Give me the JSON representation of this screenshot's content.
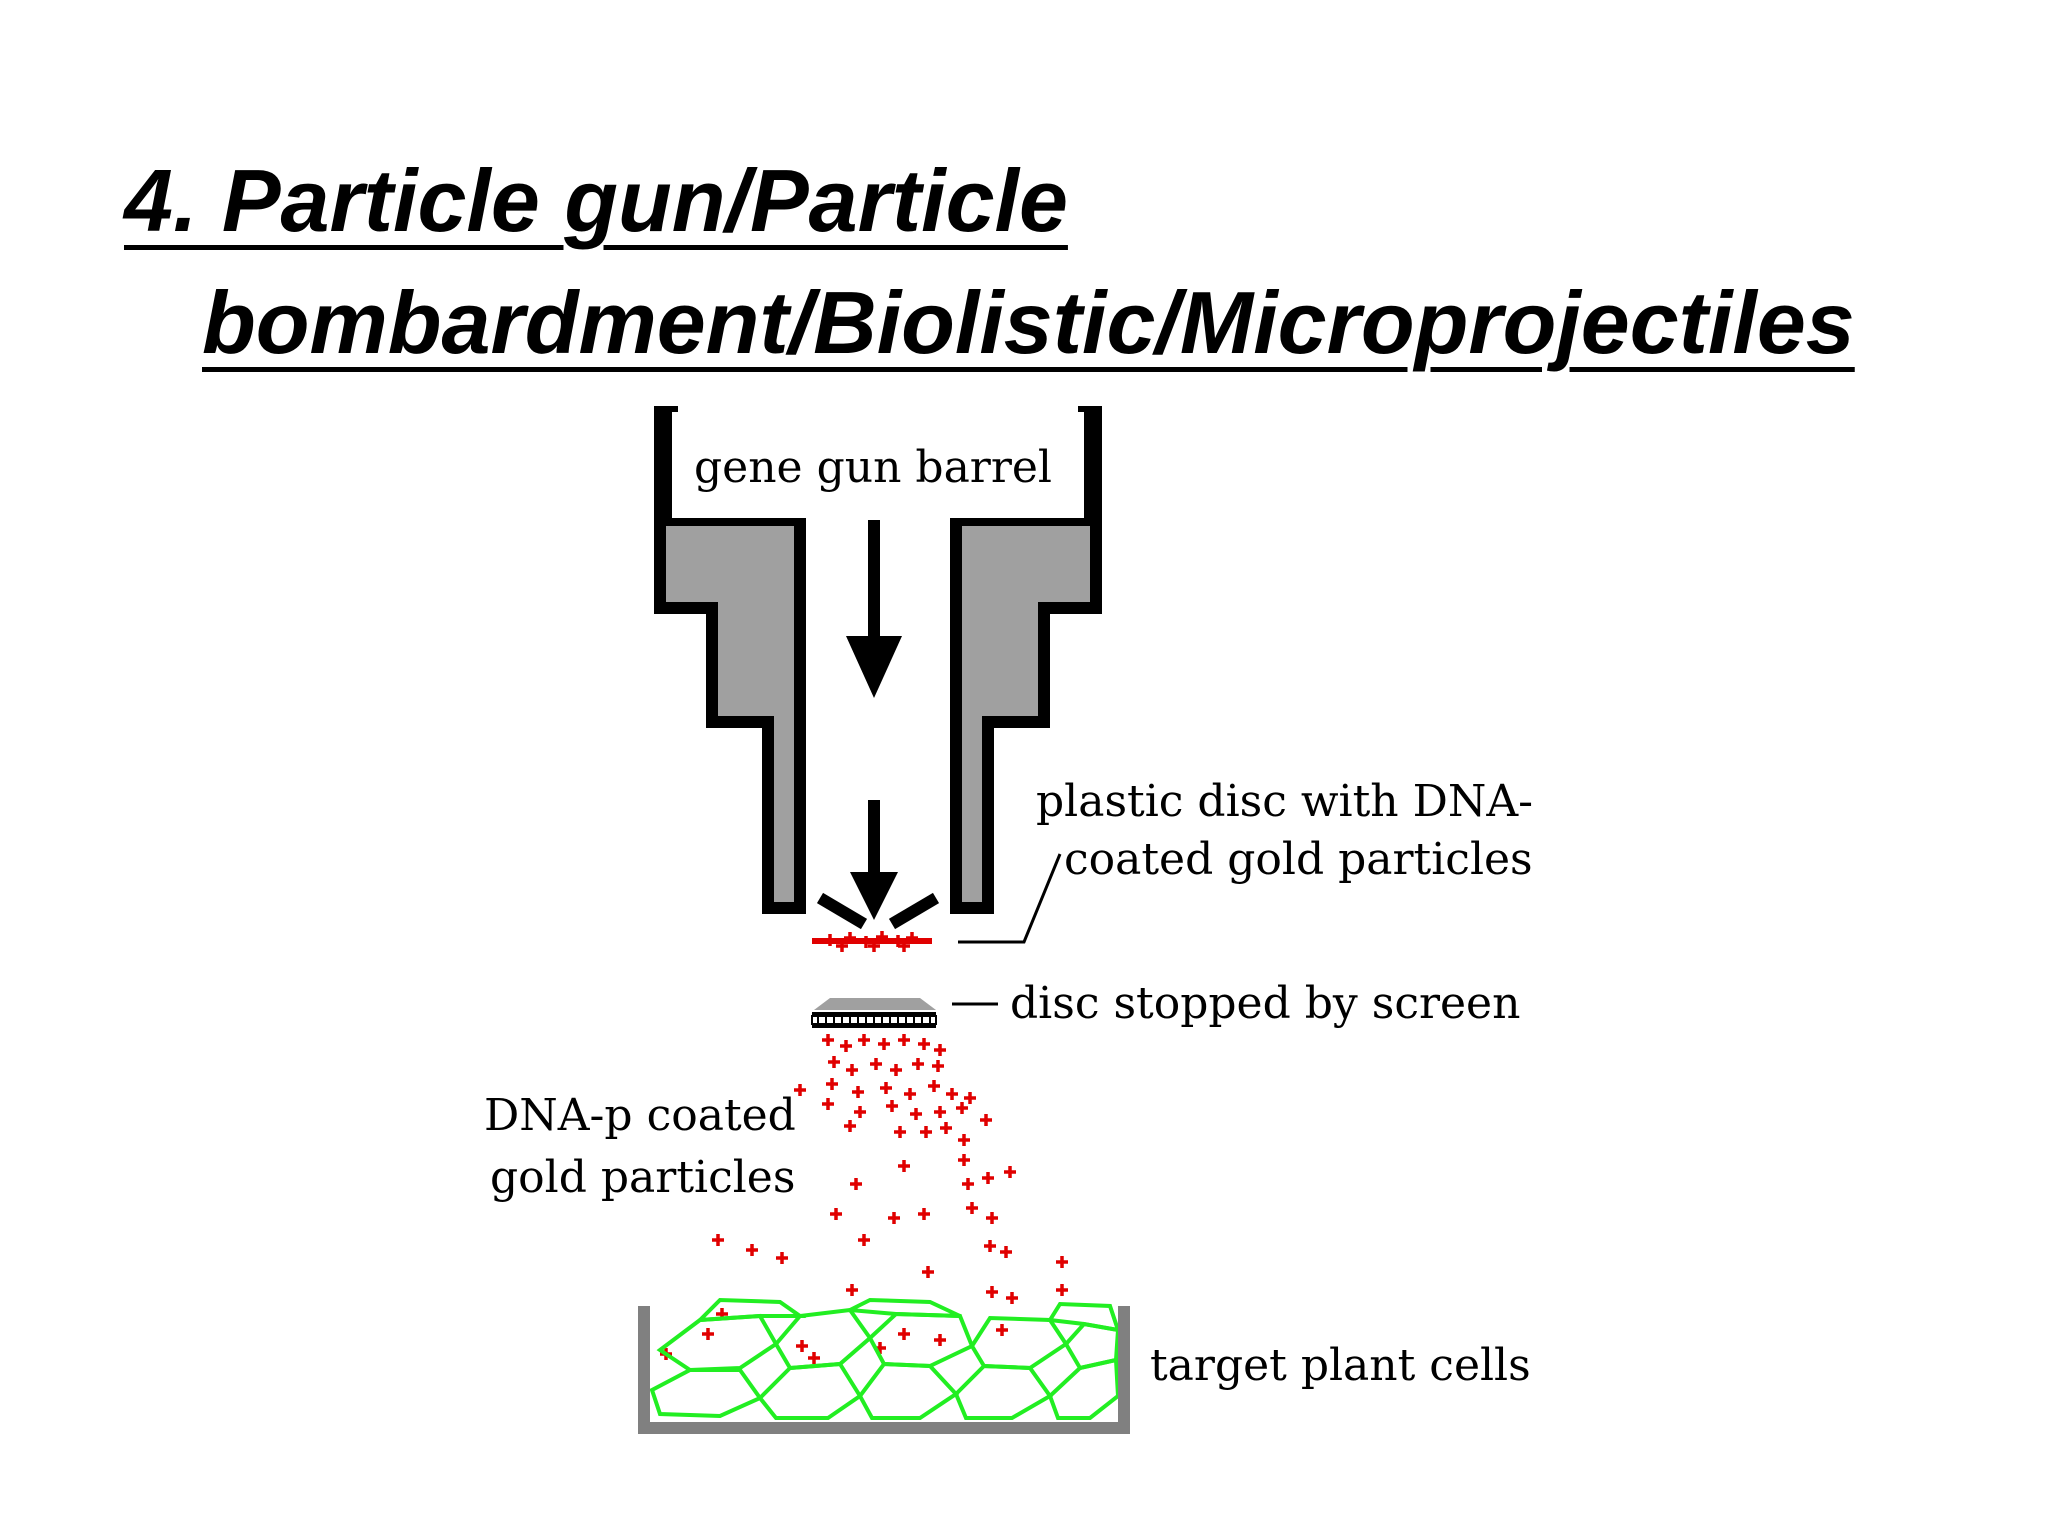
{
  "title": {
    "line1": "4. Particle gun/Particle",
    "line2": "bombardment/Biolistic/Microprojectiles"
  },
  "diagram": {
    "labels": {
      "barrel": "gene gun barrel",
      "disc_line1": "plastic disc with DNA-",
      "disc_line2": "coated gold particles",
      "stopped": "disc stopped by screen",
      "particles_line1": "DNA-p coated",
      "particles_line2": "gold particles",
      "target": "target plant cells"
    },
    "colors": {
      "barrel_fill": "#a0a0a0",
      "particle": "#e00000",
      "cell_outline": "#22ee22",
      "dish": "#808080"
    }
  }
}
